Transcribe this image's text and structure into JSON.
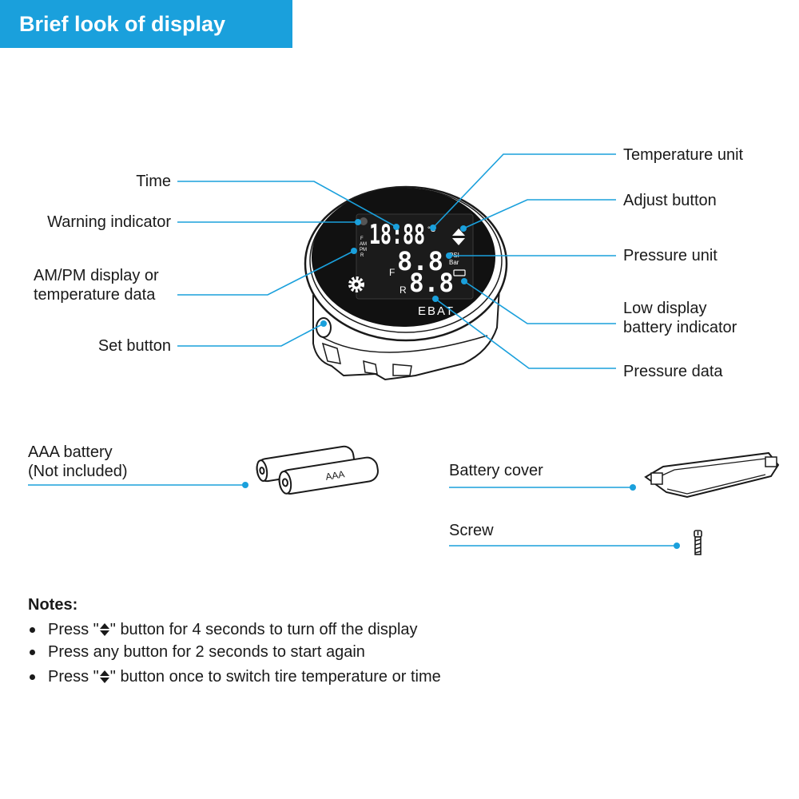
{
  "header": {
    "title": "Brief look of display"
  },
  "labels": {
    "time": "Time",
    "warning_indicator": "Warning indicator",
    "ampm_line1": "AM/PM display or",
    "ampm_line2": "temperature data",
    "set_button": "Set button",
    "temperature_unit": "Temperature unit",
    "adjust_button": "Adjust button",
    "pressure_unit": "Pressure unit",
    "low_battery_line1": "Low display",
    "low_battery_line2": "battery indicator",
    "pressure_data": "Pressure data"
  },
  "device": {
    "brand": "EBAT",
    "time_digits": "18:88",
    "front_digits": "8.8",
    "rear_digits": "8.8",
    "front_letter": "F",
    "rear_letter": "R",
    "temp_unit": "°C",
    "psi": "PSI",
    "bar": "Bar",
    "am_f": "F",
    "am": "AM",
    "pm": "PM",
    "r": "R"
  },
  "accessories": {
    "battery_line1": "AAA battery",
    "battery_line2": "(Not included)",
    "battery_text": "AAA",
    "battery_cover": "Battery cover",
    "screw": "Screw"
  },
  "notes": {
    "title": "Notes:",
    "items": [
      {
        "before": "Press \"",
        "after": "\" button for 4 seconds to turn off the display",
        "icon": true
      },
      {
        "before": "Press any button for 2 seconds to start again",
        "after": "",
        "icon": false
      },
      {
        "before": "Press \"",
        "after": "\" button once to switch tire temperature or time",
        "icon": true
      }
    ]
  },
  "colors": {
    "accent": "#1aa0dc",
    "screen": "#111111",
    "digits": "#ffffff"
  }
}
